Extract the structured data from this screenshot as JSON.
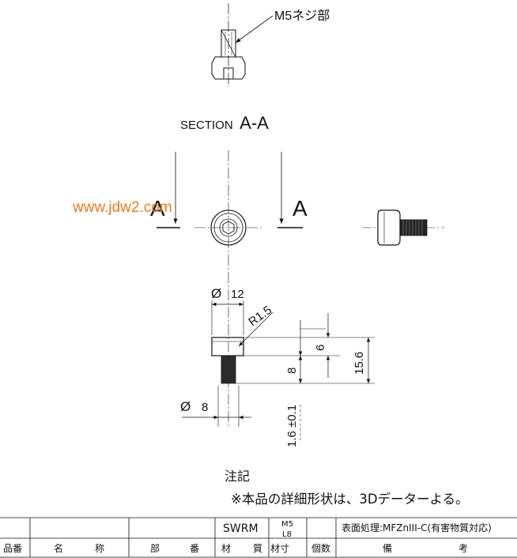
{
  "callout": {
    "thread_label": "M5ネジ部"
  },
  "section": {
    "prefix": "SECTION",
    "name": "A-A",
    "left_marker": "A",
    "right_marker": "A"
  },
  "watermark": "www.jdw2.com",
  "dimensions": {
    "head_diameter": "12",
    "head_radius": "R1.5",
    "head_height": "6",
    "thread_length": "8",
    "overall_height": "15.6",
    "thread_diameter": "8",
    "tolerance": "1.6 ±0.1",
    "diameter_symbol": "Ø"
  },
  "notes": {
    "title": "注記",
    "line1": "※本品の詳細形状は、3Dデーターよる。"
  },
  "title_block": {
    "material": "SWRM",
    "size_top": "M5",
    "size_bottom": "L8",
    "surface": "表面処理:MFZnIII-C(有害物質対応)",
    "headers": [
      "品番",
      "名",
      "称",
      "部",
      "番",
      "材",
      "質",
      "材寸",
      "個数",
      "備",
      "考"
    ]
  },
  "colors": {
    "line": "#111111",
    "watermark": "#f07a1a"
  }
}
